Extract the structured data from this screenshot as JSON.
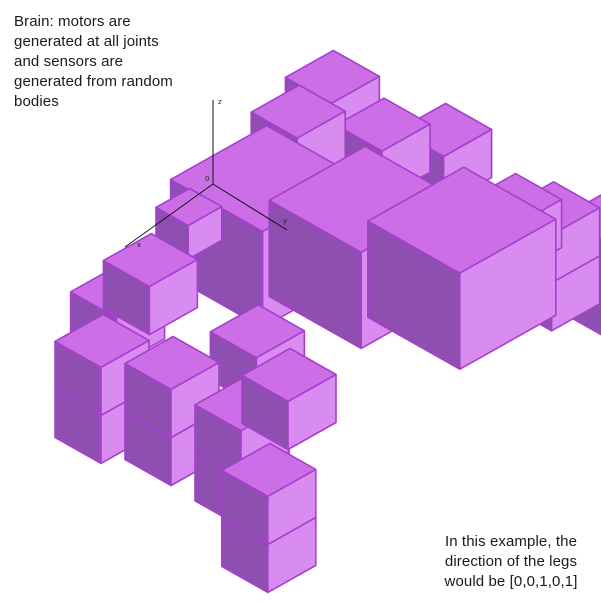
{
  "brain_caption": {
    "lines": [
      "Brain: motors are",
      "generated at all joints",
      "and sensors are",
      "generated from random",
      "bodies"
    ]
  },
  "legs_caption": {
    "lines": [
      "In this example, the",
      "direction of the legs",
      "would be [0,0,1,0,1]"
    ]
  },
  "axes": {
    "z": "z",
    "y": "y",
    "x": "x",
    "origin": "0"
  },
  "colors": {
    "top": "#cc6fe6",
    "right": "#d88cf0",
    "left": "#8e4fb0",
    "edge": "#a63ed0",
    "axis": "#111111"
  }
}
